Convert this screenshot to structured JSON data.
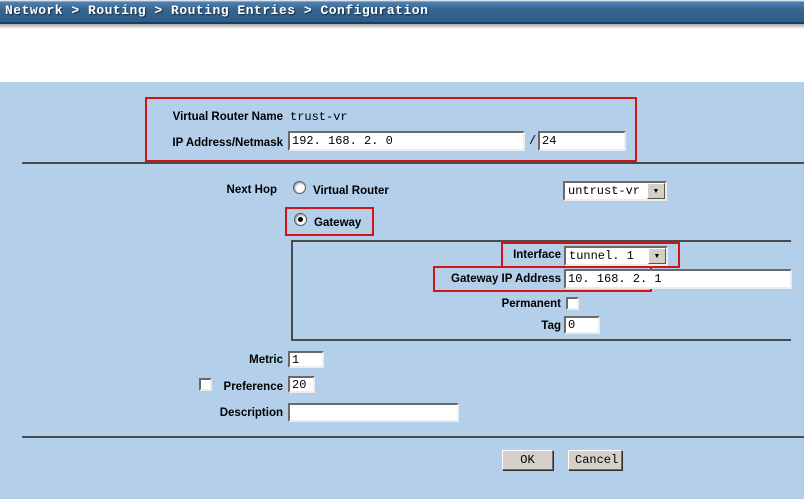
{
  "breadcrumb": {
    "path": "Network > Routing > Routing Entries > Configuration"
  },
  "form": {
    "virtual_router": {
      "label": "Virtual Router Name",
      "value": "trust-vr"
    },
    "ip_netmask": {
      "label": "IP Address/Netmask",
      "ip_value": "192. 168. 2. 0",
      "separator": "/",
      "netmask_value": "24"
    },
    "next_hop": {
      "label": "Next Hop",
      "virtual_router_option": {
        "label": "Virtual Router",
        "selected": false,
        "select_value": "untrust-vr"
      },
      "gateway_option": {
        "label": "Gateway",
        "selected": true
      }
    },
    "gateway_section": {
      "interface": {
        "label": "Interface",
        "value": "tunnel. 1"
      },
      "gateway_ip": {
        "label": "Gateway IP Address",
        "value": "10. 168. 2. 1"
      },
      "permanent": {
        "label": "Permanent",
        "checked": false
      },
      "tag": {
        "label": "Tag",
        "value": "0"
      }
    },
    "metric": {
      "label": "Metric",
      "value": "1"
    },
    "preference": {
      "label": "Preference",
      "value": "20",
      "checked": false
    },
    "description": {
      "label": "Description",
      "value": ""
    }
  },
  "buttons": {
    "ok": "OK",
    "cancel": "Cancel"
  },
  "colors": {
    "header_blue": "#34648f",
    "panel_blue": "#b3cfe9",
    "highlight_red": "#d21414",
    "line_gray": "#4a4a4a",
    "button_gray": "#d4d0c8"
  }
}
